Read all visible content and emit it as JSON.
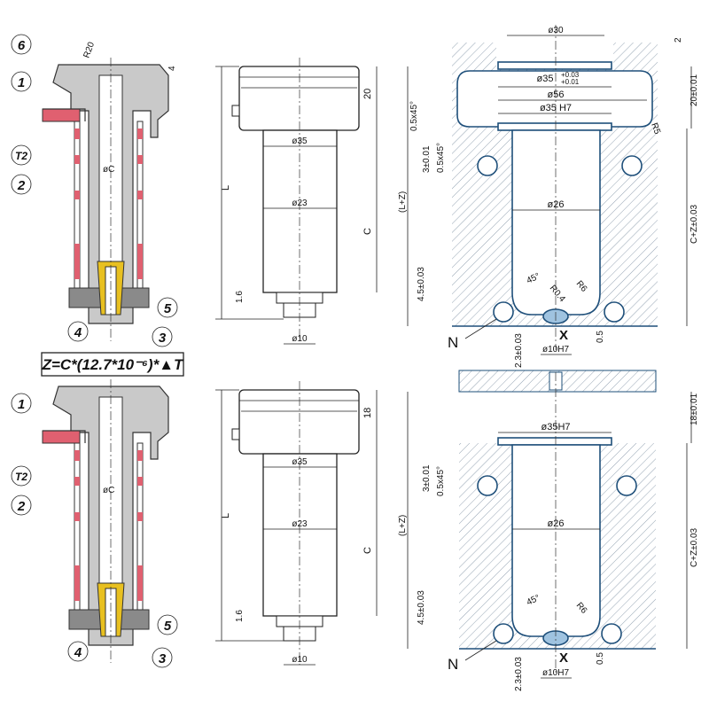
{
  "formula": "Z=C*(12.7*10⁻⁶)*▲T",
  "callouts_top": [
    "6",
    "1",
    "T2",
    "2",
    "4",
    "3",
    "5"
  ],
  "callouts_bottom": [
    "1",
    "T2",
    "2",
    "4",
    "3",
    "5"
  ],
  "part_top": {
    "phiC": "øC",
    "r20": "R20",
    "dim4": "4"
  },
  "part_bottom": {
    "phiC": "øC"
  },
  "nozzle_top": {
    "d35": "ø35",
    "d23": "ø23",
    "d10": "ø10",
    "L": "L",
    "C": "C",
    "h": "20",
    "tip": "1.6"
  },
  "nozzle_bottom": {
    "d35": "ø35",
    "d23": "ø23",
    "d10": "ø10",
    "L": "L",
    "C": "C",
    "h": "18",
    "tip": "1.6"
  },
  "mold_top": {
    "d30": "ø30",
    "dim2": "2",
    "d35tol": "ø35",
    "d35tol_up": "+0.03",
    "d35tol_lo": "+0.01",
    "d56": "ø56",
    "d35h7": "ø35 H7",
    "h20": "20±0.01",
    "ch1": "0.5x45°",
    "r5": "R5",
    "d3": "3±0.01",
    "ch2": "0.5x45°",
    "lz": "(L+Z)",
    "d26": "ø26",
    "cz": "C+Z±0.03",
    "d45": "4.5±0.03",
    "ang": "45°",
    "r04": "R0.4",
    "r6": "R6",
    "n": "N",
    "x": "X",
    "d05": "0.5",
    "d23": "2.3±0.03",
    "d10": "ø10H7"
  },
  "mold_bottom": {
    "d35h7": "ø35H7",
    "h18": "18±0.01",
    "d3": "3±0.01",
    "ch2": "0.5x45°",
    "lz": "(L+Z)",
    "d26": "ø26",
    "cz": "C+Z±0.03",
    "d45": "4.5±0.03",
    "ang": "45°",
    "r6": "R6",
    "n": "N",
    "x": "X",
    "d05": "0.5",
    "d23": "2.3±0.03",
    "d10": "ø10H7"
  }
}
